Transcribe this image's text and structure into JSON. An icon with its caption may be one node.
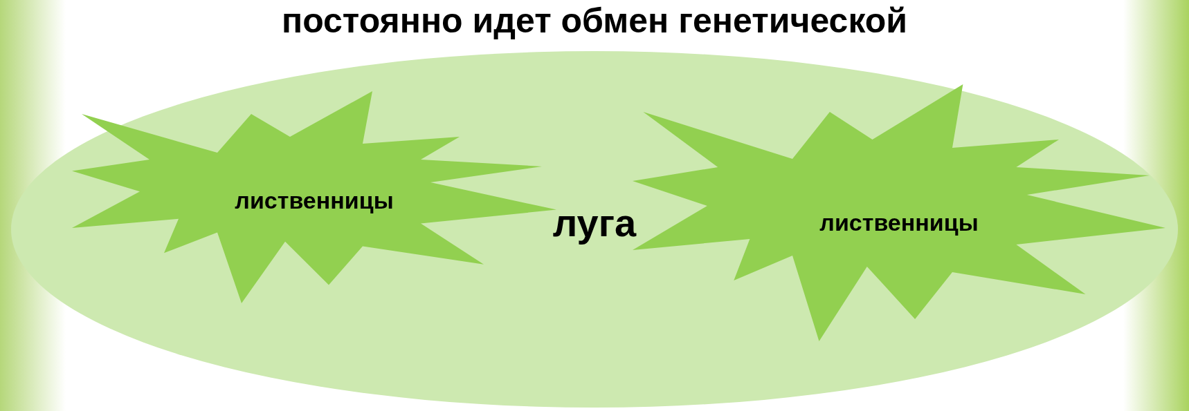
{
  "diagram": {
    "nodes": [
      {
        "text": [
          "луга"
        ]
      },
      {
        "text": [
          "лиственницы"
        ],
        "in": 0
      },
      {
        "text": [
          "лиственницы"
        ],
        "in": 0
      }
    ],
    "labels": [
      "постоянно идет обмен генетической"
    ]
  }
}
